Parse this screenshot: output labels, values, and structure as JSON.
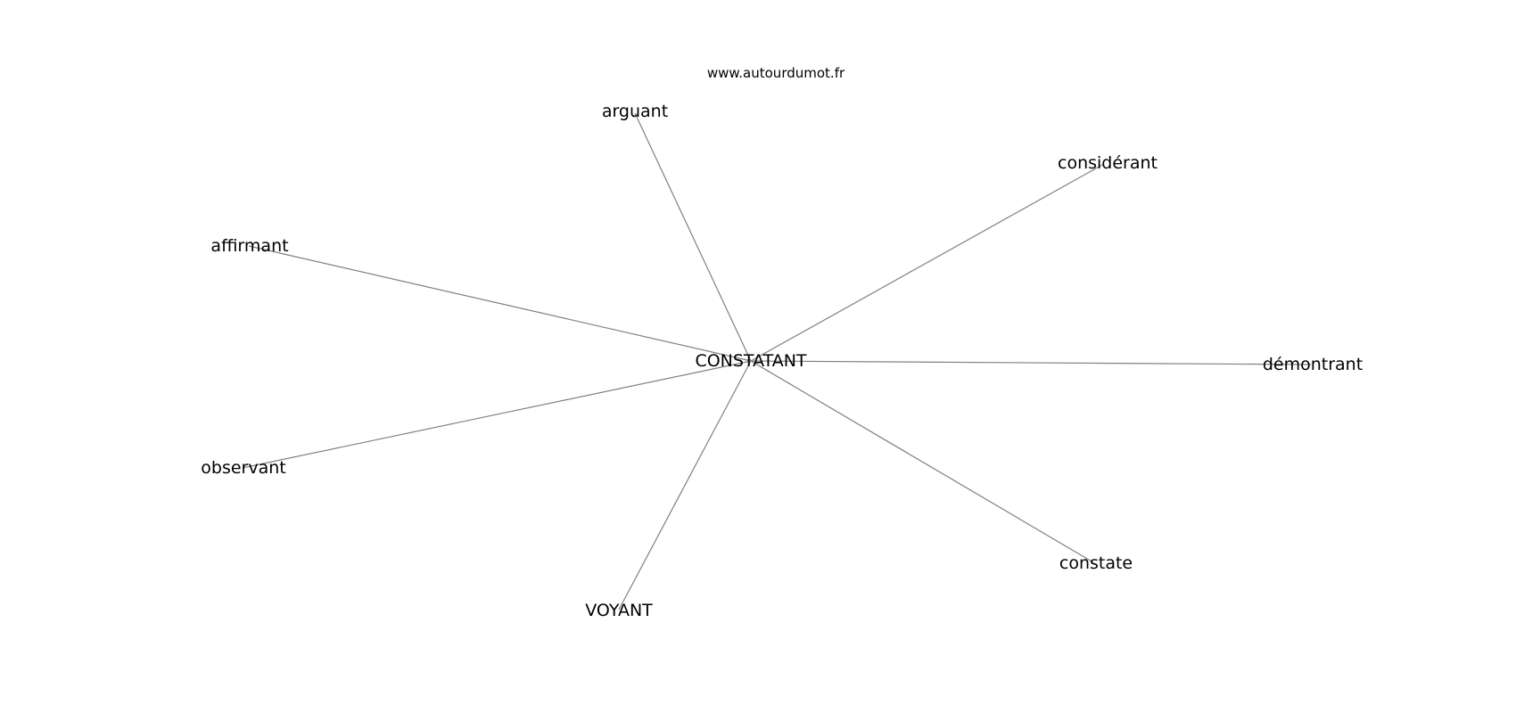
{
  "watermark": "www.autourdumot.fr",
  "center": {
    "id": "constatant",
    "label": "CONSTATANT"
  },
  "nodes": [
    {
      "id": "arguant",
      "label": "arguant"
    },
    {
      "id": "considerant",
      "label": "considérant"
    },
    {
      "id": "affirmant",
      "label": "affirmant"
    },
    {
      "id": "demontrant",
      "label": "démontrant"
    },
    {
      "id": "observant",
      "label": "observant"
    },
    {
      "id": "constate",
      "label": "constate"
    },
    {
      "id": "voyant",
      "label": "VOYANT"
    }
  ],
  "edge_color": "#808080"
}
